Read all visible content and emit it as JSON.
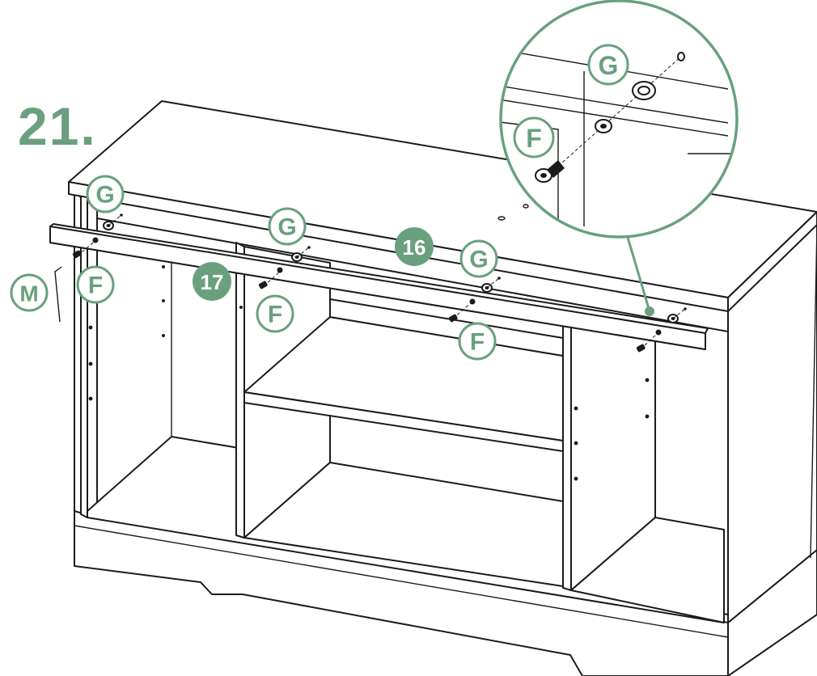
{
  "step_number": "21.",
  "accent_color": "#6aa07e",
  "outline_color": "#1b1b1b",
  "part_labels": {
    "panel_16": "16",
    "panel_17": "17"
  },
  "hardware_labels": {
    "g": "G",
    "f": "F",
    "m": "M"
  }
}
